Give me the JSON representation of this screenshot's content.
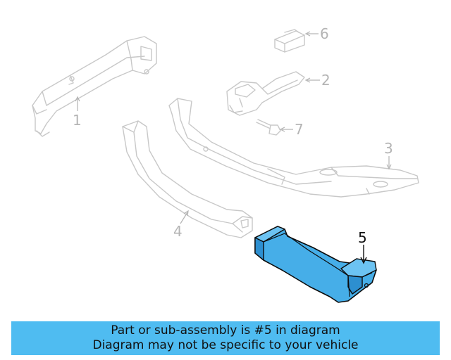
{
  "callouts": {
    "c1": "1",
    "c2": "2",
    "c3": "3",
    "c4": "4",
    "c5": "5",
    "c6": "6",
    "c7": "7"
  },
  "highlighted_part": "5",
  "banner": {
    "line1": "Part or sub-assembly is #5 in diagram",
    "line2": "Diagram may not be specific to your vehicle"
  },
  "colors": {
    "highlight_fill": "#46aee8",
    "banner_background": "#4fbcf1",
    "ghost_stroke": "#c8c8c8"
  }
}
